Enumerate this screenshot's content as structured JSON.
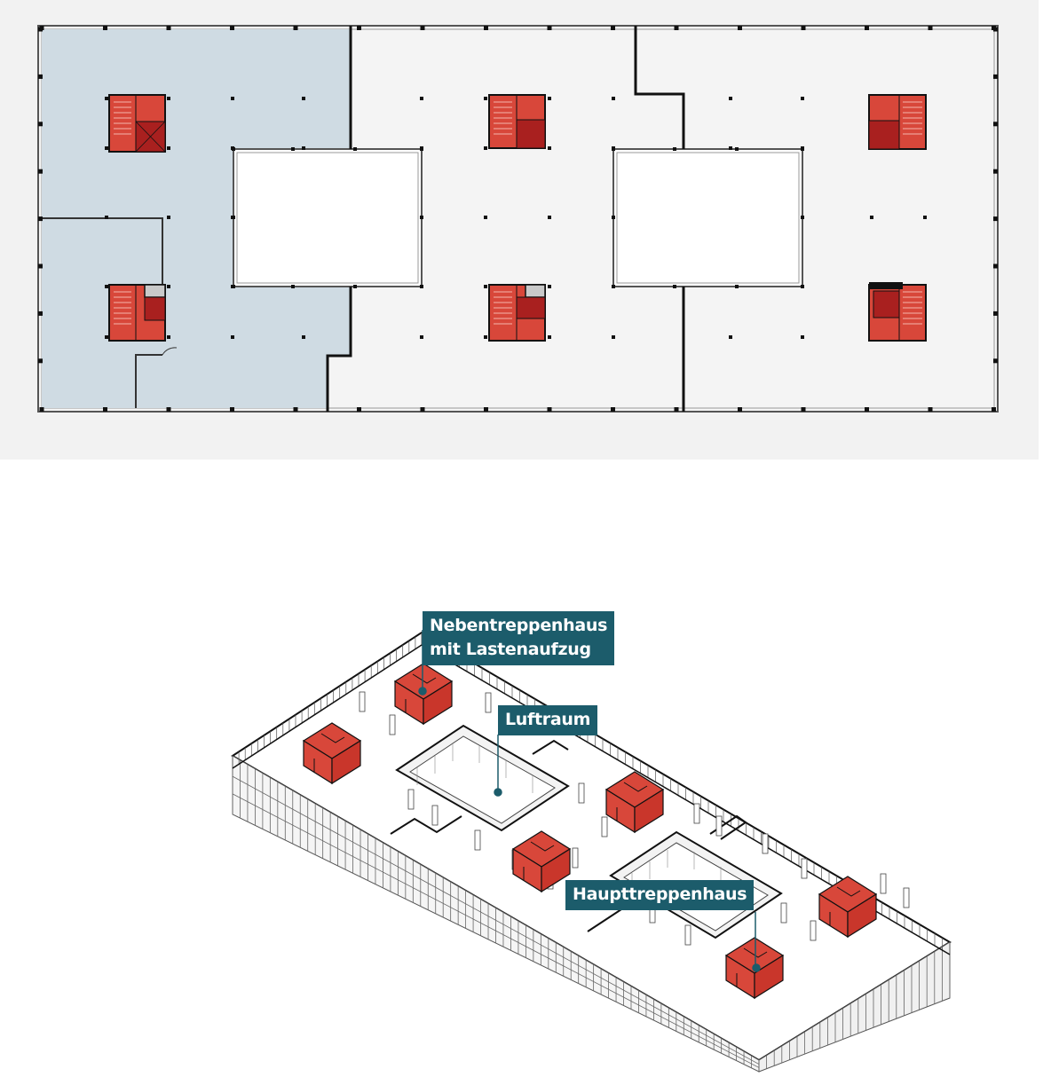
{
  "colors": {
    "core": "#d8473a",
    "core_dark": "#a9201f",
    "tenant_area": "#cfdbe3",
    "floor": "#f4f4f4",
    "background": "#f2f2f2",
    "callout": "#1c5c6b",
    "wall": "#111111"
  },
  "callouts": {
    "secondary_stair": {
      "line1": "Nebentreppenhaus",
      "line2": "mit Lastenaufzug"
    },
    "atrium": {
      "label": "Luftraum"
    },
    "main_stair": {
      "label": "Haupttreppenhaus"
    }
  }
}
